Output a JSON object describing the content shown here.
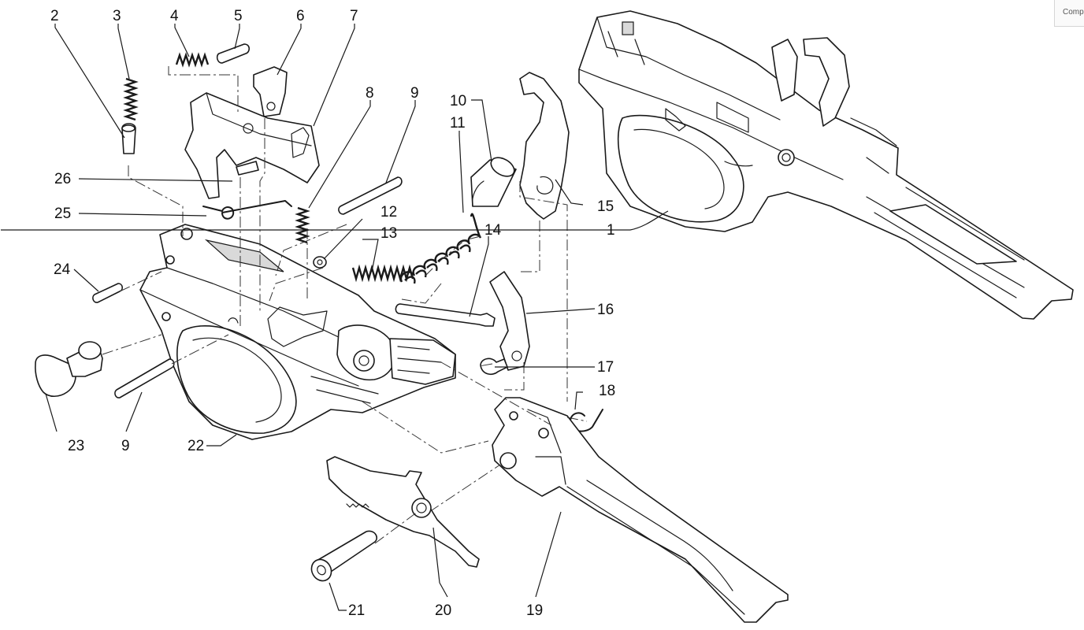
{
  "corner_tab": {
    "label": "Comp"
  },
  "callouts": {
    "c1": "1",
    "c2": "2",
    "c3": "3",
    "c4": "4",
    "c5": "5",
    "c6": "6",
    "c7": "7",
    "c8": "8",
    "c9a": "9",
    "c9b": "9",
    "c10": "10",
    "c11": "11",
    "c12": "12",
    "c13": "13",
    "c14": "14",
    "c15": "15",
    "c16": "16",
    "c17": "17",
    "c18": "18",
    "c19": "19",
    "c20": "20",
    "c21": "21",
    "c22": "22",
    "c23": "23",
    "c24": "24",
    "c25": "25",
    "c26": "26"
  }
}
